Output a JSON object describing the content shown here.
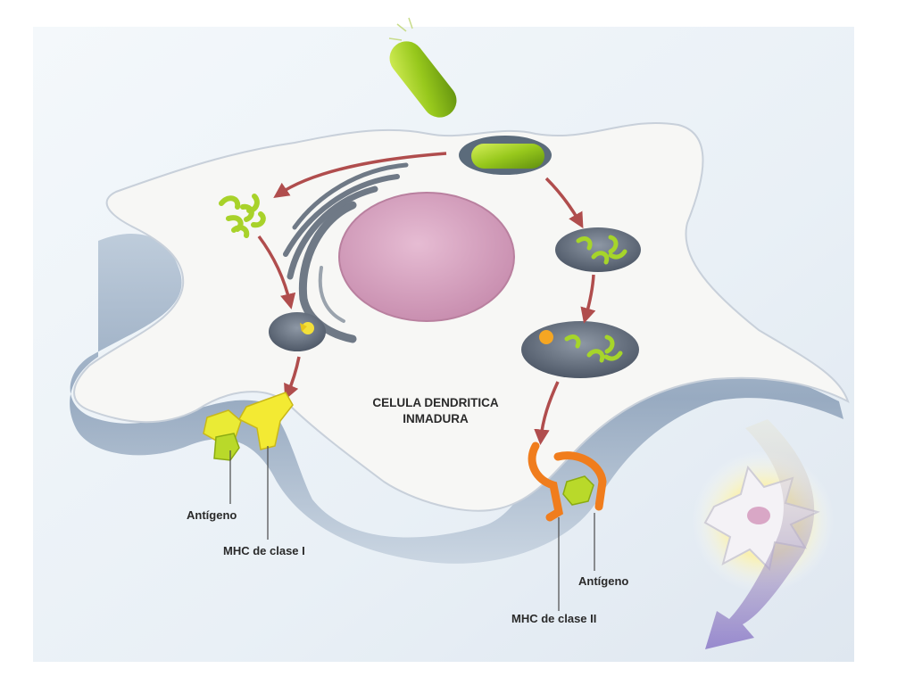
{
  "diagram": {
    "cell_title": [
      "CELULA DENDRITICA",
      "INMADURA"
    ],
    "labels": {
      "antigen_left": "Antígeno",
      "mhc_class_1": "MHC de clase I",
      "antigen_right": "Antígeno",
      "mhc_class_2": "MHC de clase II"
    }
  }
}
